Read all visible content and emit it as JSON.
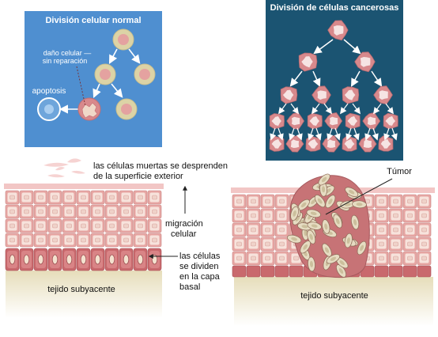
{
  "normal_panel": {
    "title": "División celular normal",
    "damage_label_line1": "daño celular —",
    "damage_label_line2": "sin reparación",
    "apoptosis_label": "apoptosis"
  },
  "cancer_panel": {
    "title": "División de células cancerosas"
  },
  "skin_normal": {
    "dead_cells_line1": "las células muertas se desprenden",
    "dead_cells_line2": "de la superficie exterior",
    "migration_line1": "migración",
    "migration_line2": "celular",
    "divide_line1": "las células",
    "divide_line2": "se dividen",
    "divide_line3": "en la capa",
    "divide_line4": "basal",
    "tissue_label": "tejido subyacente"
  },
  "skin_tumor": {
    "tumor_label": "Túmor",
    "tissue_label": "tejido subyacente"
  },
  "colors": {
    "normal_bg": "#4f8fd0",
    "cancer_bg": "#1b5472",
    "cell_ring": "#dcd3a6",
    "cell_pink": "#e4a2a0",
    "cancer_ring": "#d8898c",
    "cancer_fill": "#f6e4e3",
    "tissue": "#ece4c8"
  }
}
